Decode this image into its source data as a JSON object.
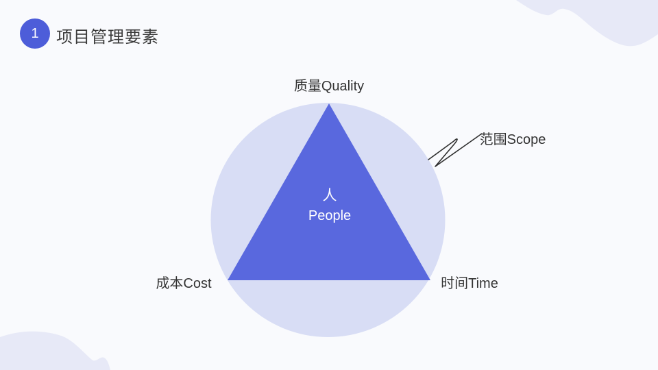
{
  "header": {
    "badge": "1",
    "title": "项目管理要素"
  },
  "diagram": {
    "top_label": "质量Quality",
    "left_label": "成本Cost",
    "right_label": "时间Time",
    "callout_label": "范围Scope",
    "center_cn": "人",
    "center_en": "People"
  },
  "colors": {
    "background": "#f9fafd",
    "wave": "#e7e9f7",
    "circle": "#d8ddf5",
    "triangle": "#5968de",
    "badge": "#4d5dd9",
    "badge-text": "#ffffff",
    "title-text": "#3a3a3a",
    "label-text": "#333333",
    "center-text": "#ffffff",
    "callout-line": "#2f2f2f"
  }
}
